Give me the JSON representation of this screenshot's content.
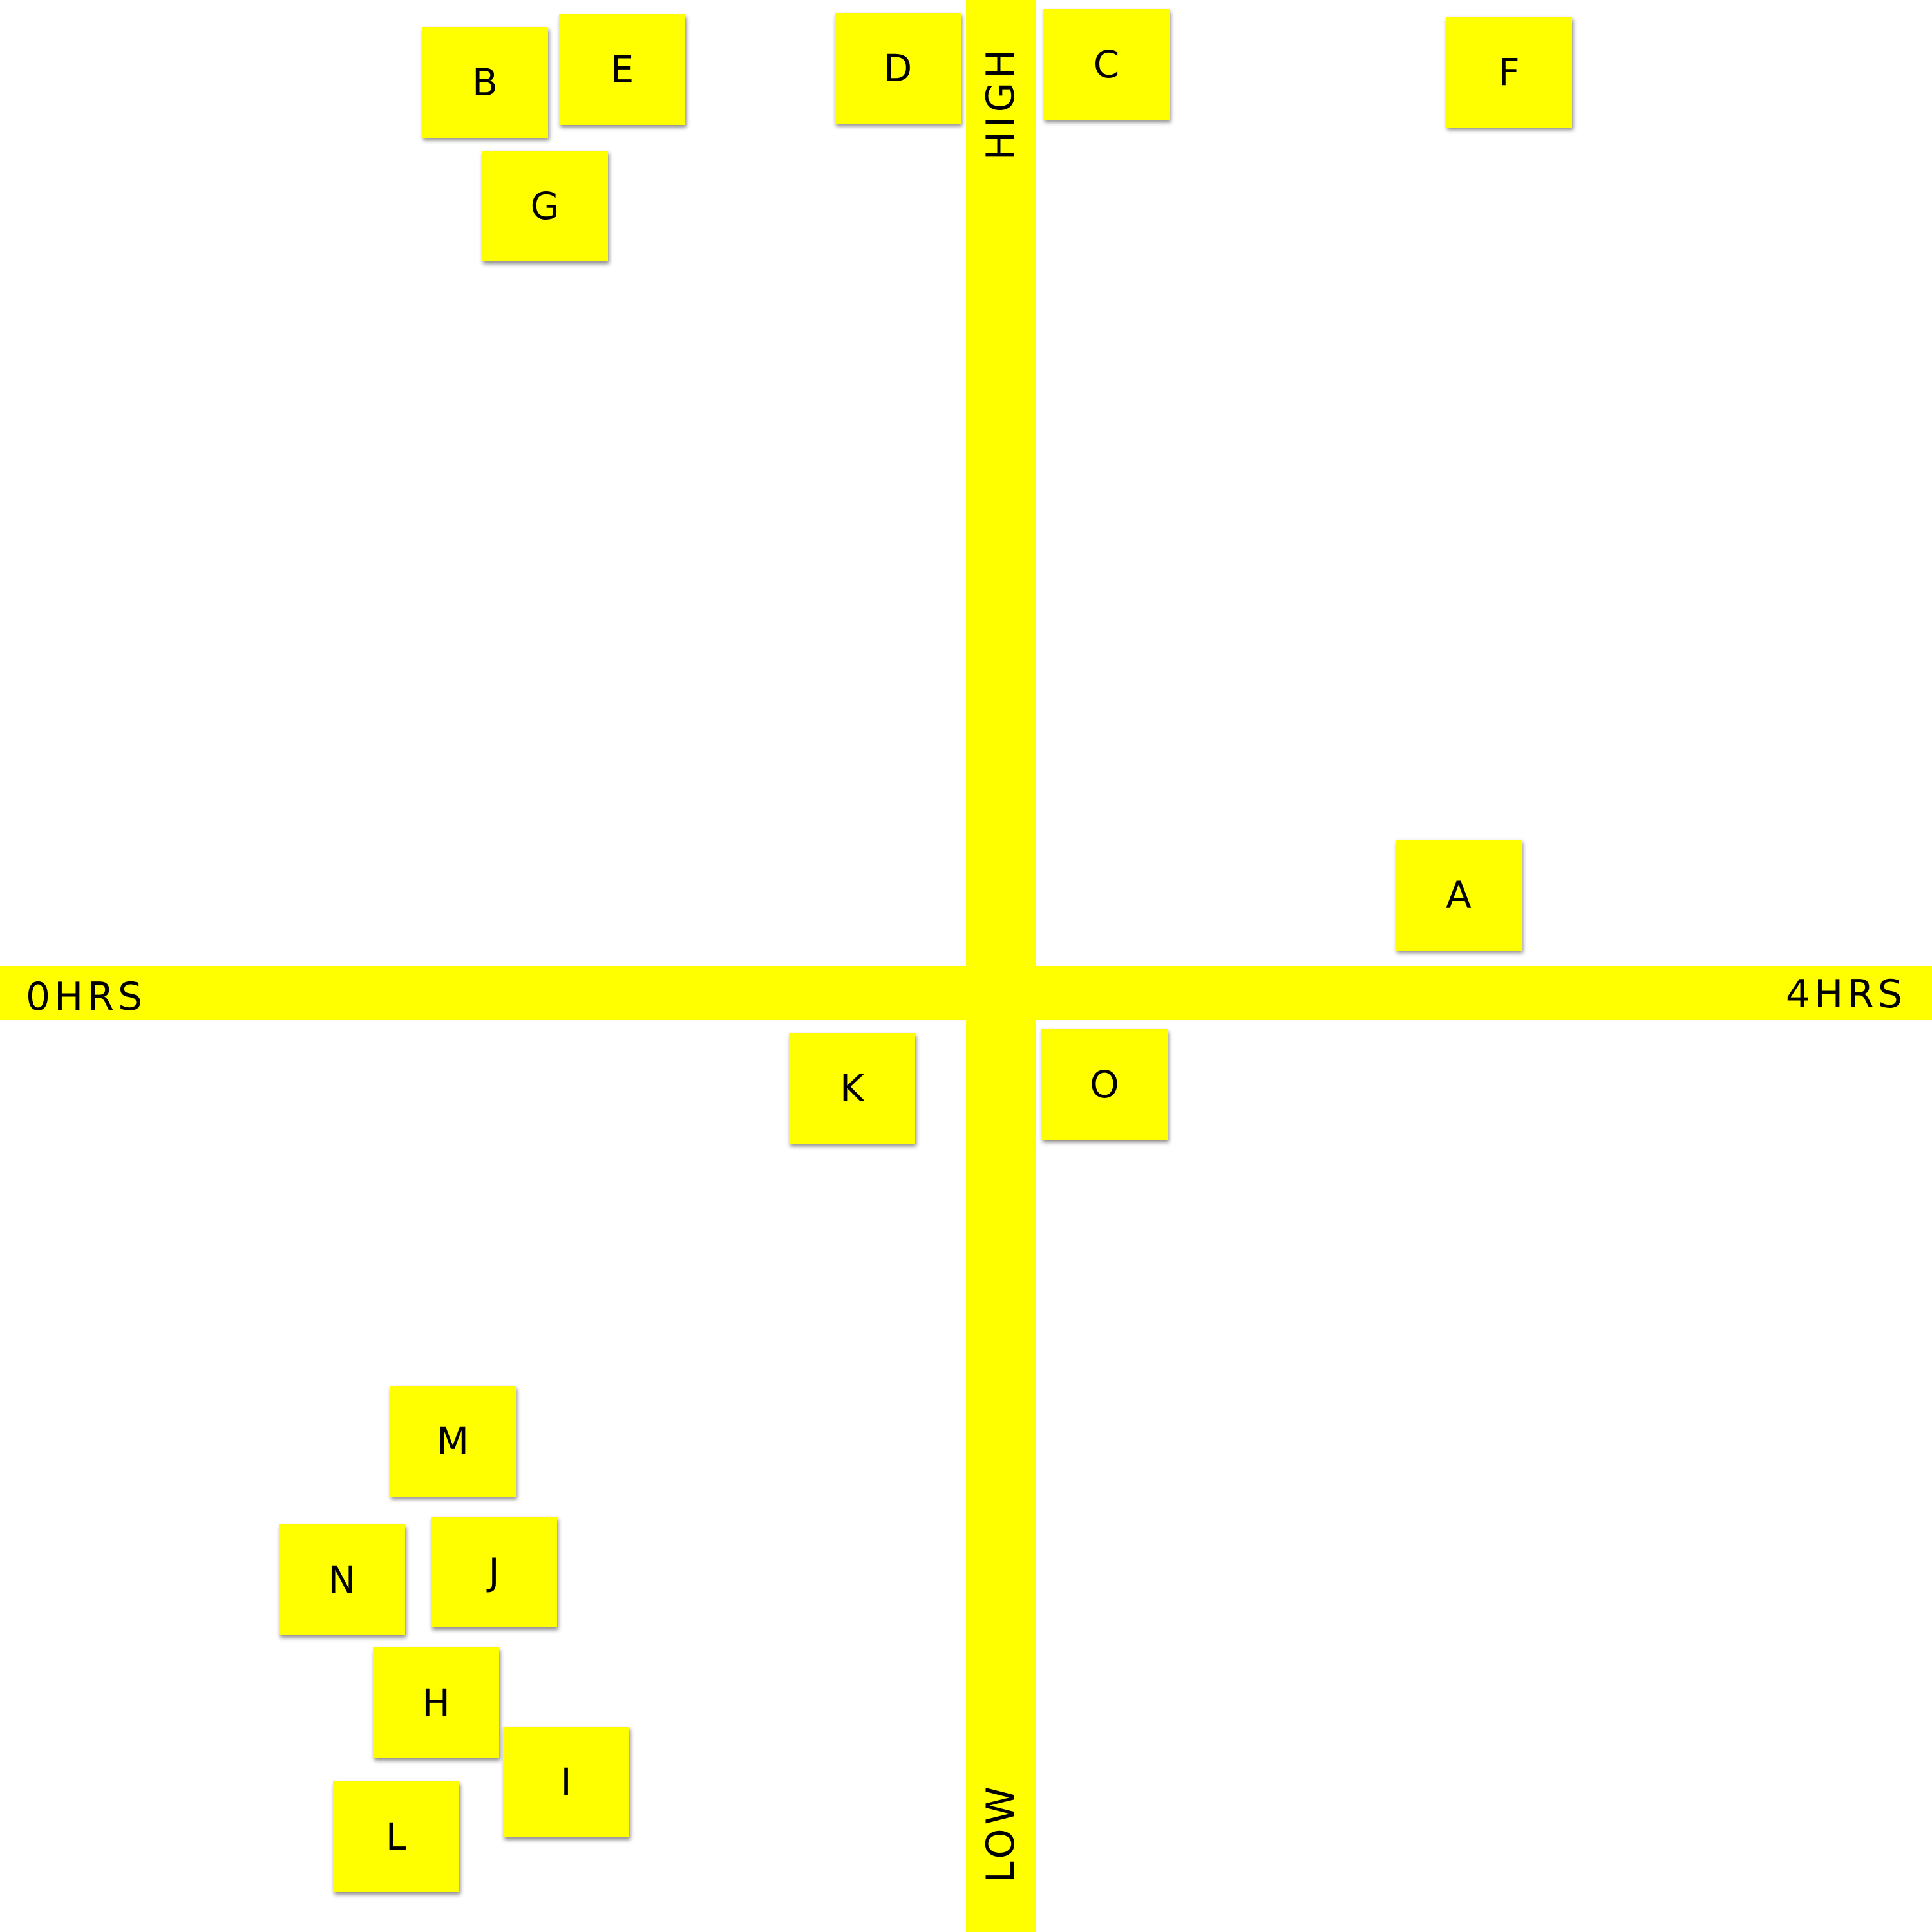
{
  "axes": {
    "x_min_label": "0HRS",
    "x_max_label": "4HRS",
    "y_max_label": "HIGH",
    "y_min_label": "LOW"
  },
  "notes": {
    "a": "A",
    "b": "B",
    "c": "C",
    "d": "D",
    "e": "E",
    "f": "F",
    "g": "G",
    "h": "H",
    "i": "I",
    "j": "J",
    "k": "K",
    "l": "L",
    "m": "M",
    "n": "N",
    "o": "O"
  },
  "colors": {
    "note": "#ffff00",
    "axis": "#ffff00",
    "background": "#ffffff",
    "text": "#000000"
  }
}
